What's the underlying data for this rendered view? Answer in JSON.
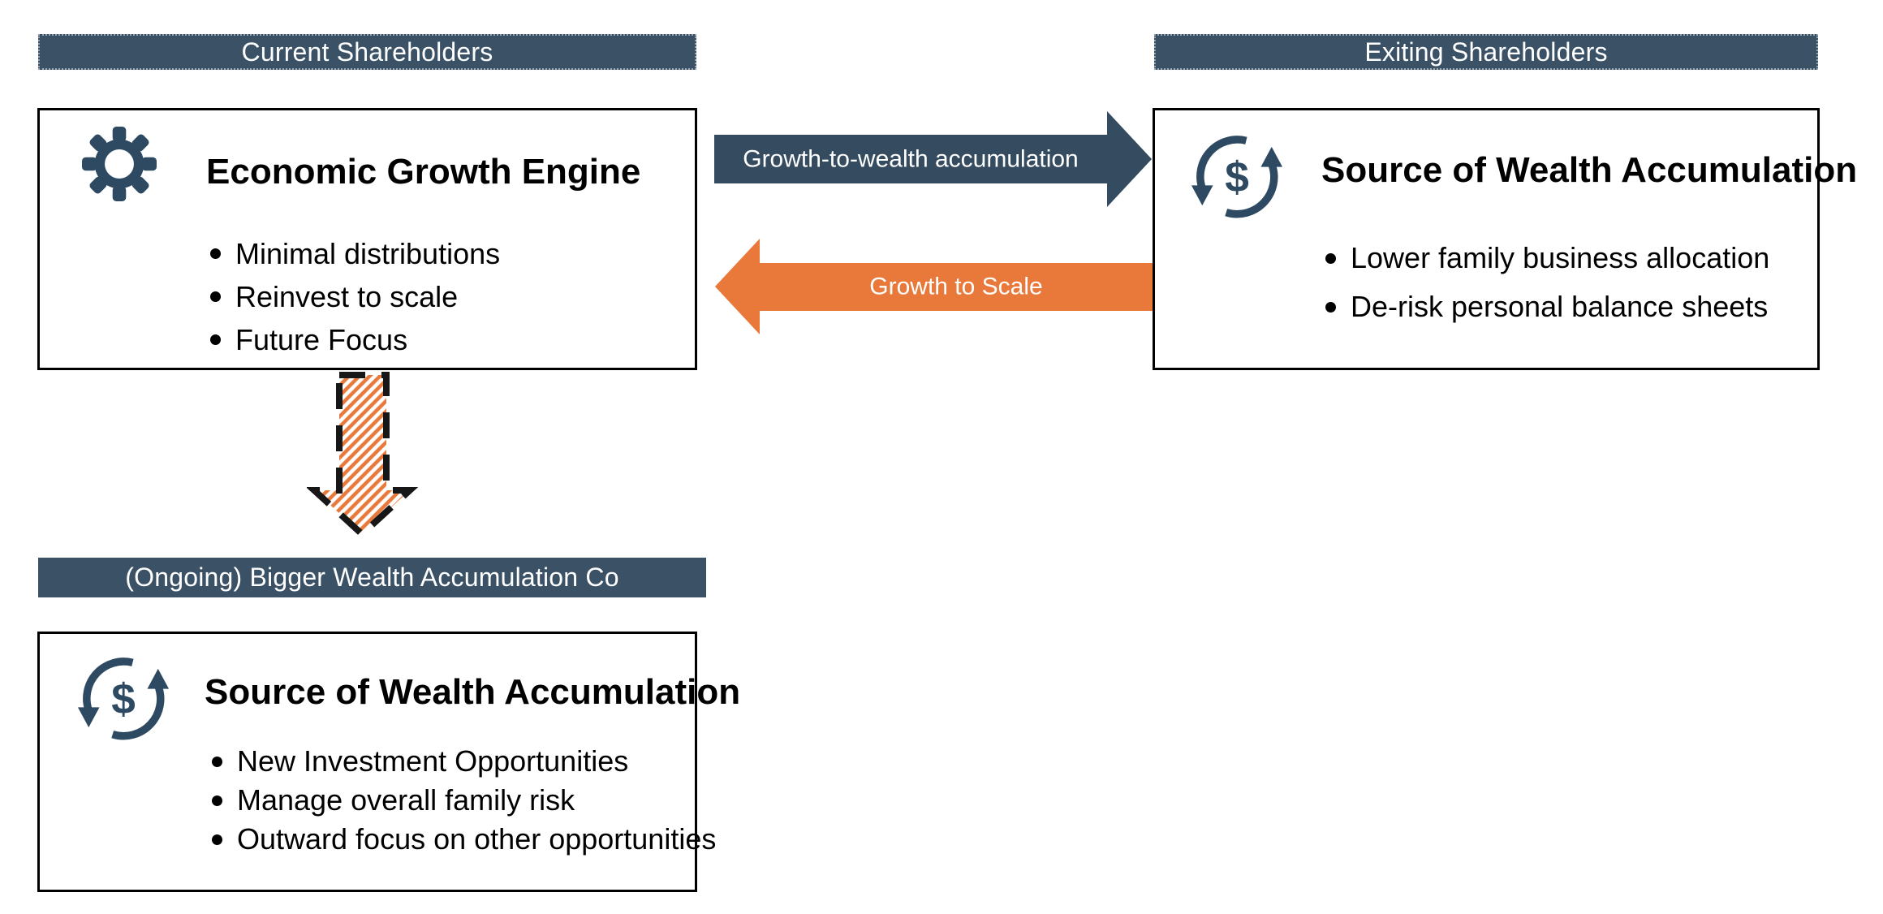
{
  "colors": {
    "canvas_bg": "#FFFFFF",
    "navy_bar": "#3B5166",
    "navy_arrow": "#344B60",
    "navy_icon": "#2E4A63",
    "orange": "#E8793B",
    "ink": "#000000",
    "bar_text": "#FFFFFF",
    "arrow_label": "#FFFFFF"
  },
  "sections": {
    "current": {
      "header": "Current Shareholders",
      "title": "Economic Growth Engine",
      "bullets": [
        "Minimal distributions",
        "Reinvest to scale",
        "Future Focus"
      ]
    },
    "exiting": {
      "header": "Exiting Shareholders",
      "title": "Source of Wealth Accumulation",
      "bullets": [
        "Lower family business allocation",
        "De-risk personal balance sheets"
      ]
    },
    "ongoing": {
      "header": "(Ongoing) Bigger Wealth Accumulation Co",
      "title": "Source of Wealth Accumulation",
      "bullets": [
        "New Investment Opportunities",
        "Manage overall family risk",
        "Outward focus on other opportunities"
      ]
    }
  },
  "arrows": {
    "growth_to_wealth_label": "Growth-to-wealth accumulation",
    "growth_to_scale_label": "Growth to Scale"
  },
  "icons": {
    "dollar_glyph": "$"
  }
}
